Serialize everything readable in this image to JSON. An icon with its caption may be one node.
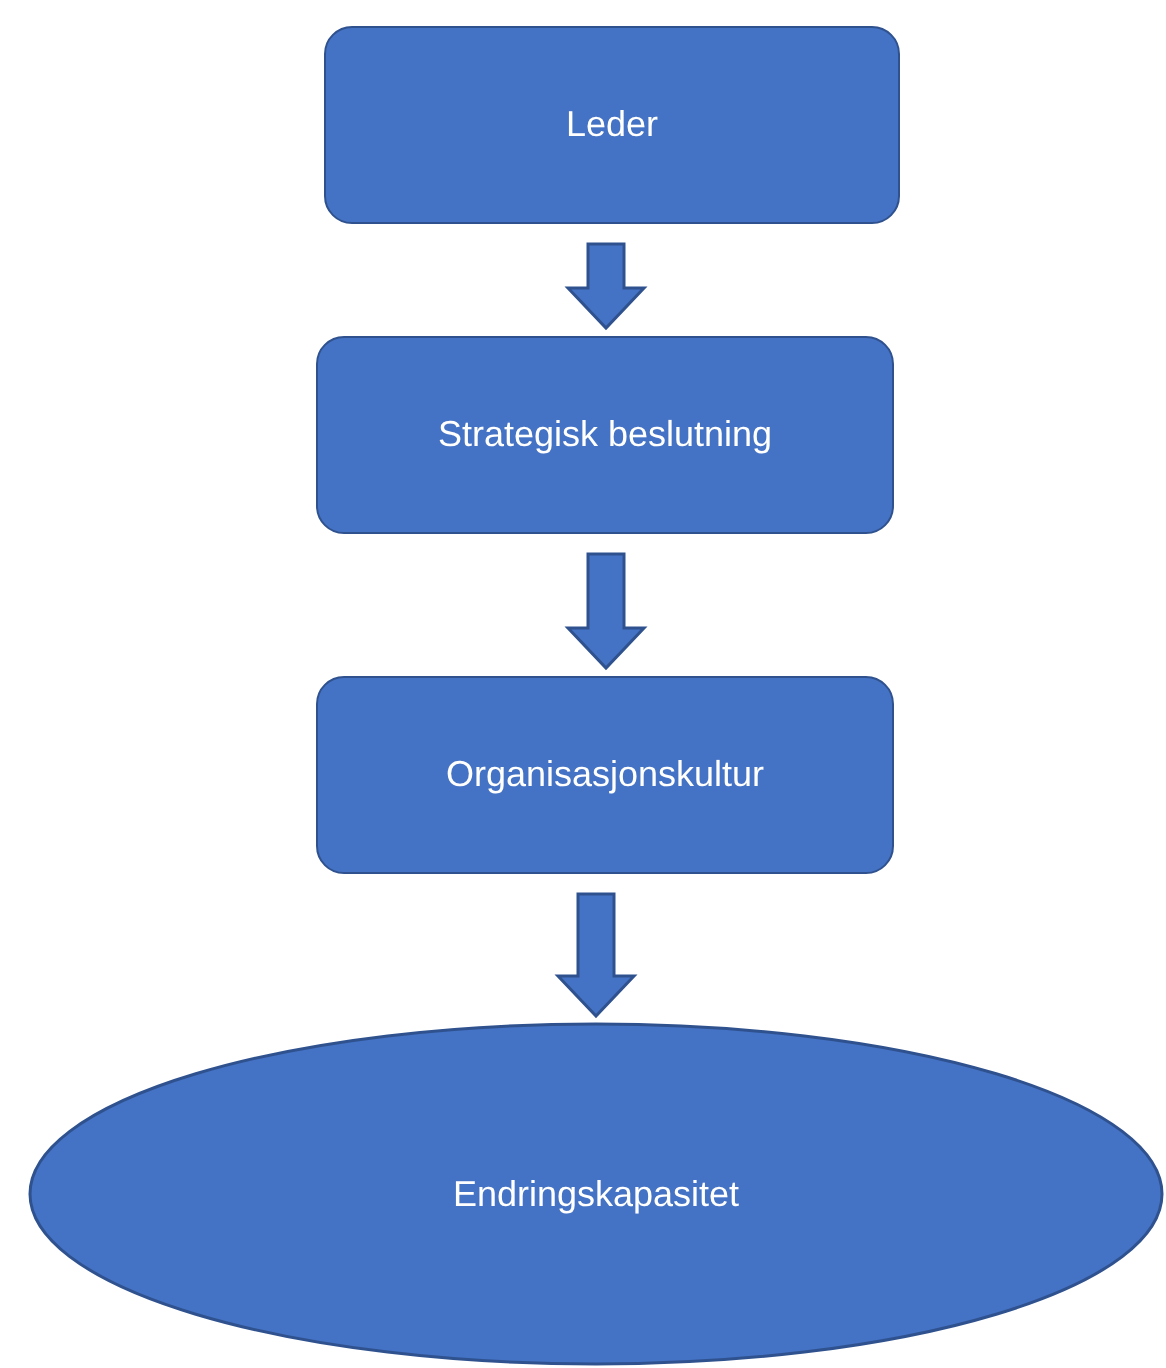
{
  "diagram": {
    "nodes": [
      {
        "text": [
          "Leder"
        ]
      },
      {
        "text": [
          "Strategisk beslutning"
        ]
      },
      {
        "text": [
          "Organisasjonskultur"
        ]
      },
      {
        "text": [
          "Endringskapasitet"
        ]
      }
    ],
    "edges": [
      {
        "from": 0,
        "to": 1,
        "arrow": "to"
      },
      {
        "from": 1,
        "to": 2,
        "arrow": "to"
      },
      {
        "from": 2,
        "to": 3,
        "arrow": "to"
      }
    ]
  }
}
